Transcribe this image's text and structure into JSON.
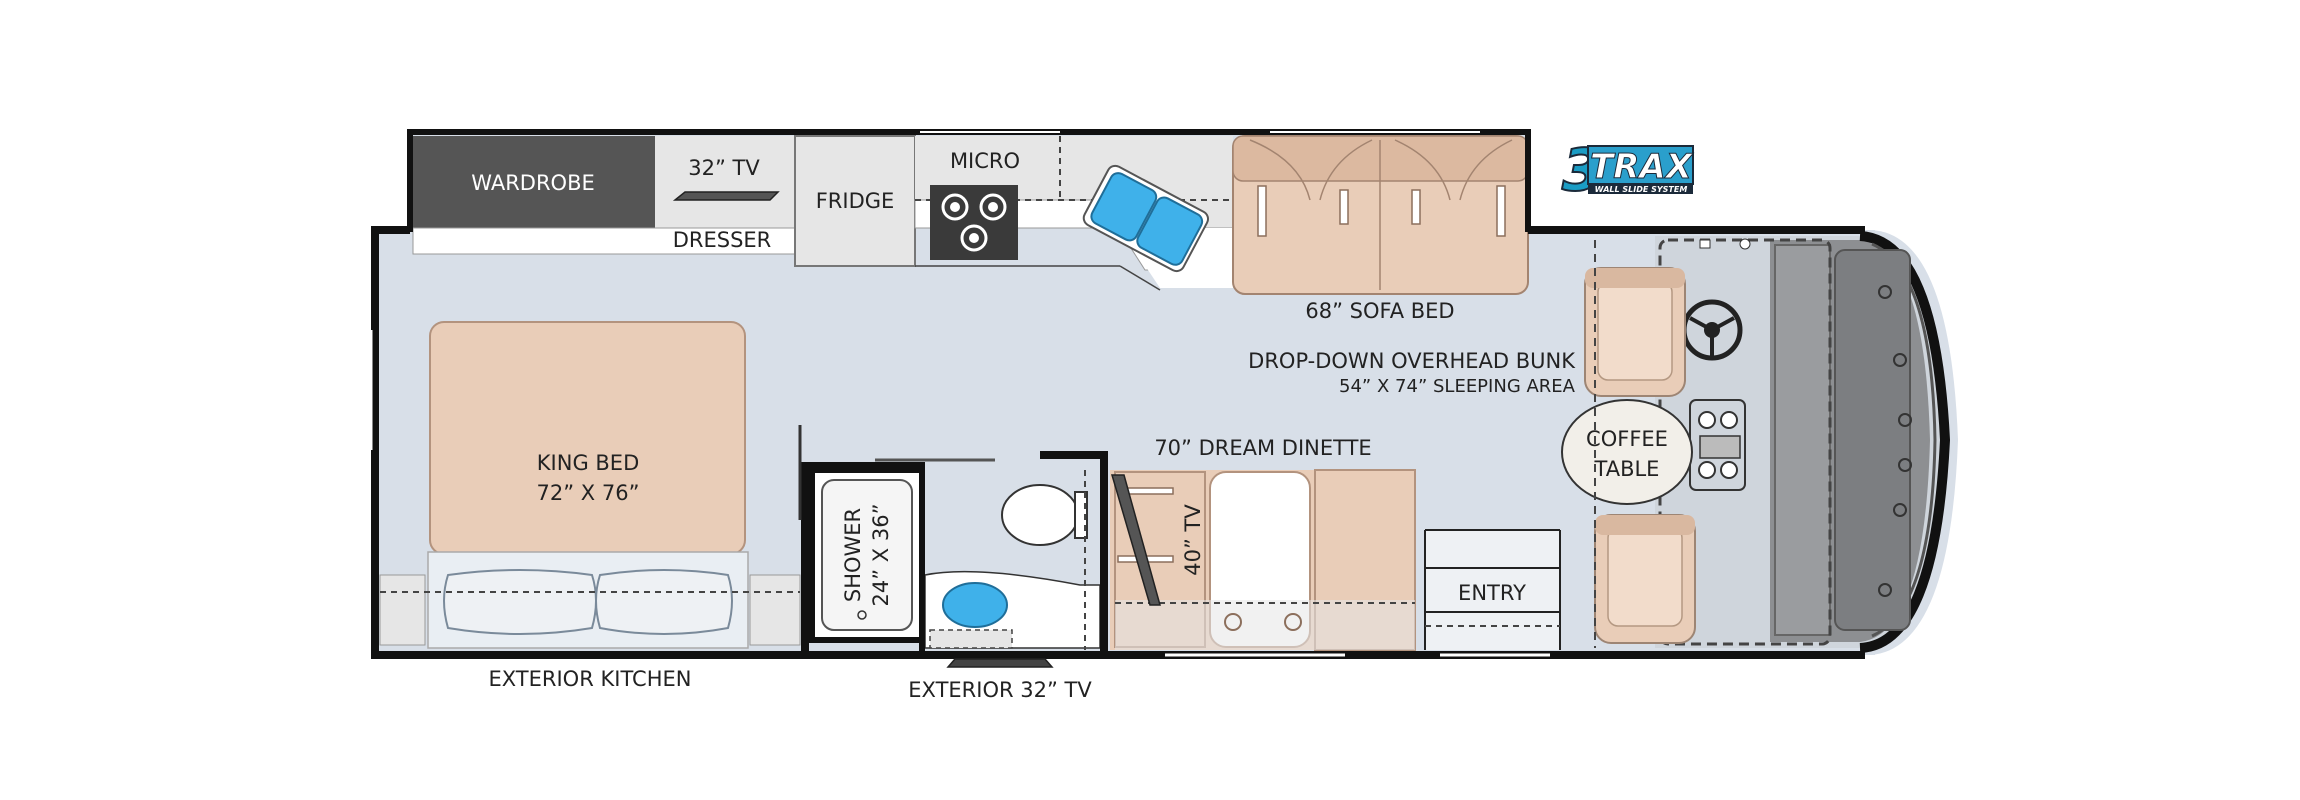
{
  "logo": {
    "text": "3TRAX",
    "subtext": "WALL SLIDE SYSTEM",
    "colors": {
      "three": "#1a9cc4",
      "trax": "#2a9fcc",
      "outline": "#1b2a3a"
    }
  },
  "labels": {
    "wardrobe": "WARDROBE",
    "tv32": "32” TV",
    "dresser": "DRESSER",
    "fridge": "FRIDGE",
    "micro": "MICRO",
    "sofa_bed": "68” SOFA BED",
    "bunk_line1": "DROP-DOWN OVERHEAD BUNK",
    "bunk_line2": "54” X 74” SLEEPING AREA",
    "coffee_line1": "COFFEE",
    "coffee_line2": "TABLE",
    "king_line1": "KING BED",
    "king_line2": "72” X 76”",
    "shower_line1": "SHOWER",
    "shower_line2": "24” X 36”",
    "tv40": "40” TV",
    "dinette": "70” DREAM DINETTE",
    "entry": "ENTRY",
    "ext_kitchen": "EXTERIOR KITCHEN",
    "ext_tv": "EXTERIOR 32” TV"
  },
  "colors": {
    "floor": "#d8dfe8",
    "wall": "#111111",
    "wardrobe": "#555555",
    "cabinet": "#e6e6e6",
    "cushion": "#e9cdb8",
    "cushion_dark": "#c9a58a",
    "sink_blue": "#3fb1ea",
    "cab_gray": "#8a8a8a"
  }
}
